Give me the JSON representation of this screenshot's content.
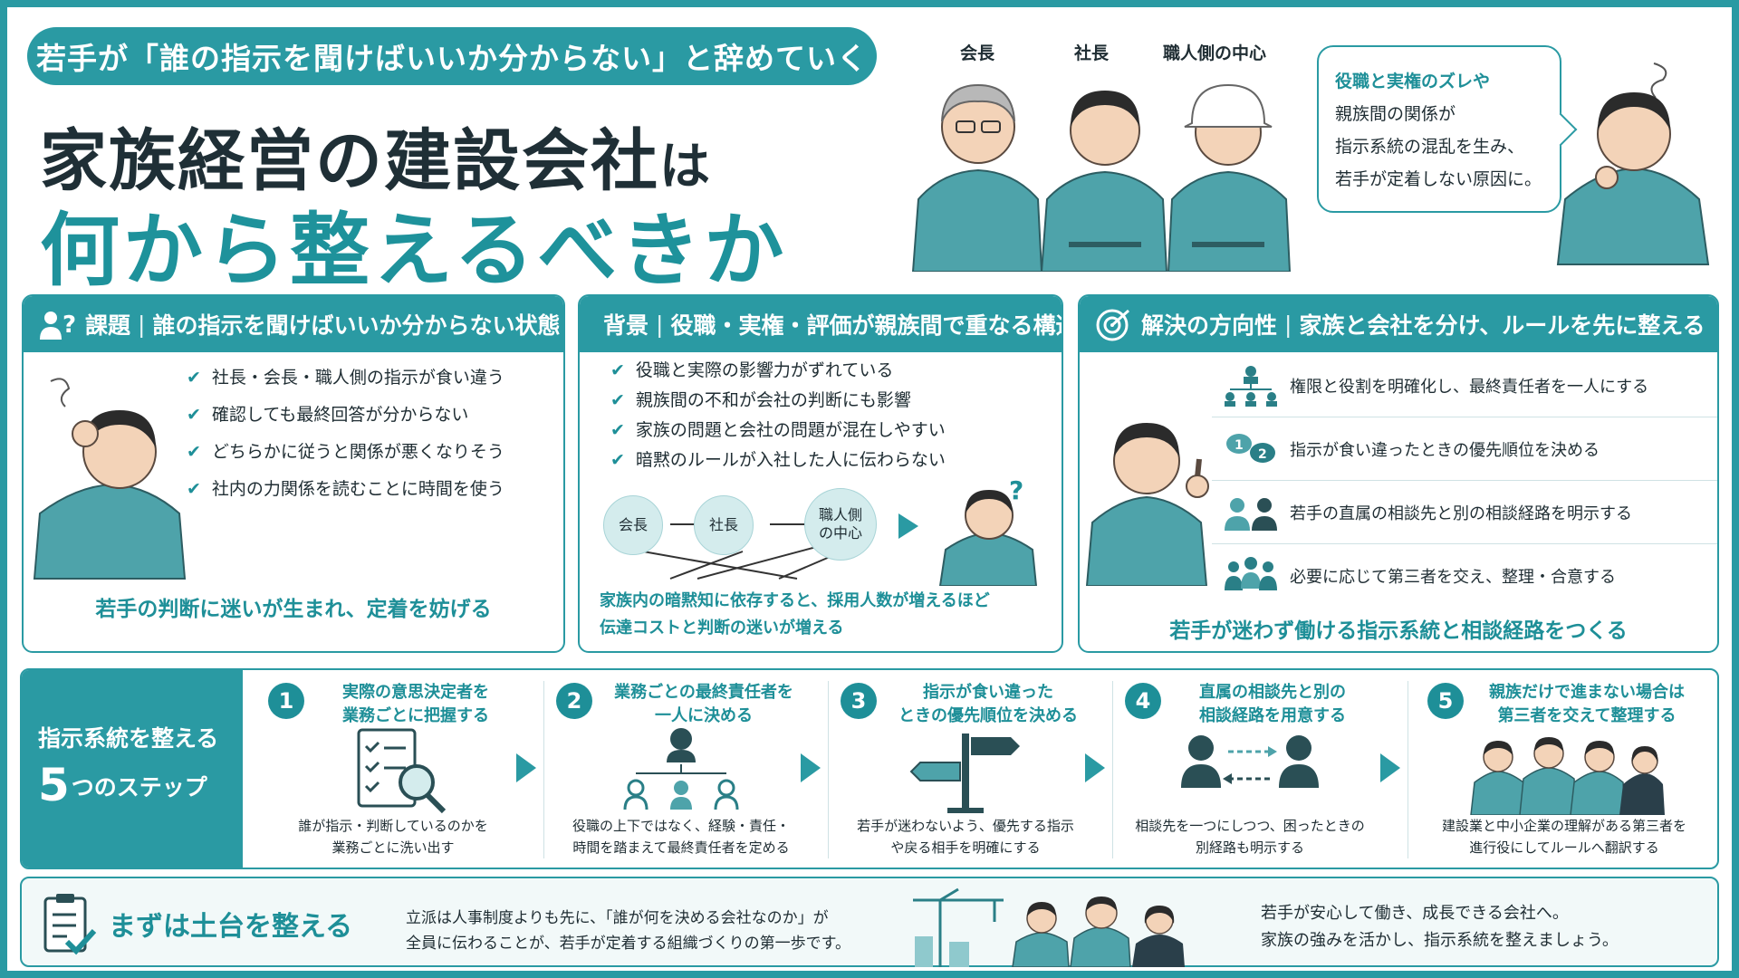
{
  "header": {
    "pill": "若手が「誰の指示を聞けばいいか分からない」と辞めていく",
    "title_line1_main": "家族経営の建設会社",
    "title_line1_particle": "は",
    "title_line2": "何から整えるべきか"
  },
  "characters": {
    "chairman": "会長",
    "president": "社長",
    "craftsman_lead": "職人側の中心"
  },
  "bubble": {
    "line1": "役職と実権のズレや",
    "line2": "親族間の関係が",
    "line3": "指示系統の混乱を生み、",
    "line4": "若手が定着しない原因に。"
  },
  "panels": {
    "issue": {
      "label": "課題",
      "sub": "誰の指示を聞けばいいか分からない状態",
      "checks": [
        "社長・会長・職人側の指示が食い違う",
        "確認しても最終回答が分からない",
        "どちらかに従うと関係が悪くなりそう",
        "社内の力関係を読むことに時間を使う"
      ],
      "footer": "若手の判断に迷いが生まれ、定着を妨げる"
    },
    "background": {
      "label": "背景",
      "sub": "役職・実権・評価が親族間で重なる構造",
      "checks": [
        "役職と実際の影響力がずれている",
        "親族間の不和が会社の判断にも影響",
        "家族の問題と会社の問題が混在しやすい",
        "暗黙のルールが入社した人に伝わらない"
      ],
      "flow": {
        "n1": "会長",
        "n2": "社長",
        "n3a": "職人側",
        "n3b": "の中心",
        "q": "?"
      },
      "footer_line1": "家族内の暗黙知に依存すると、採用人数が増えるほど",
      "footer_line2": "伝達コストと判断の迷いが増える"
    },
    "solution": {
      "label": "解決の方向性",
      "sub": "家族と会社を分け、ルールを先に整える",
      "rows": [
        "権限と役割を明確化し、最終責任者を一人にする",
        "指示が食い違ったときの優先順位を決める",
        "若手の直属の相談先と別の相談経路を明示する",
        "必要に応じて第三者を交え、整理・合意する"
      ],
      "footer": "若手が迷わず働ける指示系統と相談経路をつくる"
    }
  },
  "steps": {
    "lead_line1": "指示系統を整える",
    "lead_num": "5",
    "lead_line2": "つのステップ",
    "items": [
      {
        "num": "1",
        "t1": "実際の意思決定者を",
        "t2": "業務ごとに把握する",
        "d1": "誰が指示・判断しているのかを",
        "d2": "業務ごとに洗い出す"
      },
      {
        "num": "2",
        "t1": "業務ごとの最終責任者を",
        "t2": "一人に決める",
        "d1": "役職の上下ではなく、経験・責任・",
        "d2": "時間を踏まえて最終責任者を定める"
      },
      {
        "num": "3",
        "t1": "指示が食い違った",
        "t2": "ときの優先順位を決める",
        "d1": "若手が迷わないよう、優先する指示",
        "d2": "や戻る相手を明確にする"
      },
      {
        "num": "4",
        "t1": "直属の相談先と別の",
        "t2": "相談経路を用意する",
        "d1": "相談先を一つにしつつ、困ったときの",
        "d2": "別経路も明示する"
      },
      {
        "num": "5",
        "t1": "親族だけで進まない場合は",
        "t2": "第三者を交えて整理する",
        "d1": "建設業と中小企業の理解がある第三者を",
        "d2": "進行役にしてルールへ翻訳する"
      }
    ]
  },
  "footer": {
    "heading": "まずは土台を整える",
    "text1": "立派は人事制度よりも先に、「誰が何を決める会社なのか」が",
    "text2": "全員に伝わることが、若手が定着する組織づくりの第一歩です。",
    "closing1": "若手が安心して働き、成長できる会社へ。",
    "closing2": "家族の強みを活かし、指示系統を整えましょう。"
  }
}
